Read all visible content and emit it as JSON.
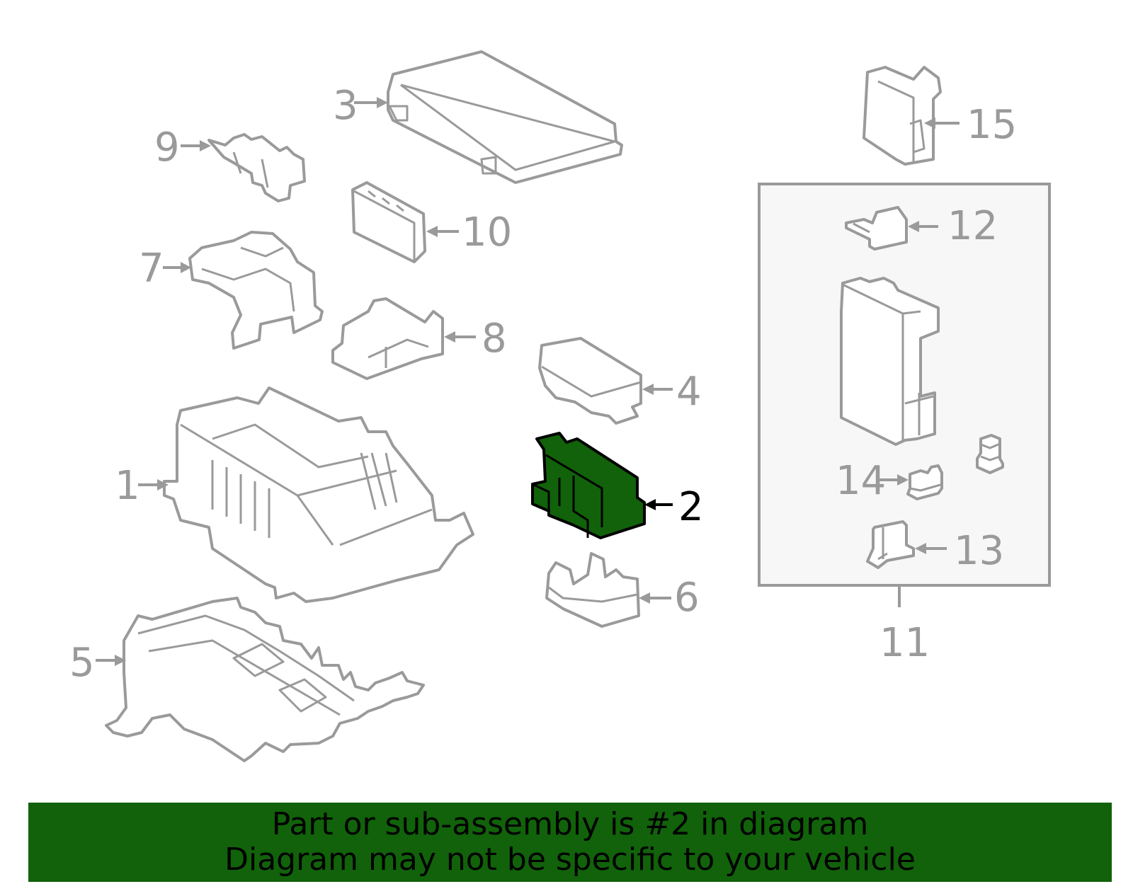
{
  "diagram": {
    "title": "Fuse & relay box exploded parts diagram",
    "highlight_color": "#11620a",
    "line_color": "#9a9a9a",
    "highlighted_part": "2",
    "callouts": [
      {
        "id": "1",
        "label": "1"
      },
      {
        "id": "2",
        "label": "2"
      },
      {
        "id": "3",
        "label": "3"
      },
      {
        "id": "4",
        "label": "4"
      },
      {
        "id": "5",
        "label": "5"
      },
      {
        "id": "6",
        "label": "6"
      },
      {
        "id": "7",
        "label": "7"
      },
      {
        "id": "8",
        "label": "8"
      },
      {
        "id": "9",
        "label": "9"
      },
      {
        "id": "10",
        "label": "10"
      },
      {
        "id": "11",
        "label": "11"
      },
      {
        "id": "12",
        "label": "12"
      },
      {
        "id": "13",
        "label": "13"
      },
      {
        "id": "14",
        "label": "14"
      },
      {
        "id": "15",
        "label": "15"
      }
    ]
  },
  "footer": {
    "line1": "Part or sub-assembly is #2 in diagram",
    "line2": "Diagram may not be specific to your vehicle"
  }
}
